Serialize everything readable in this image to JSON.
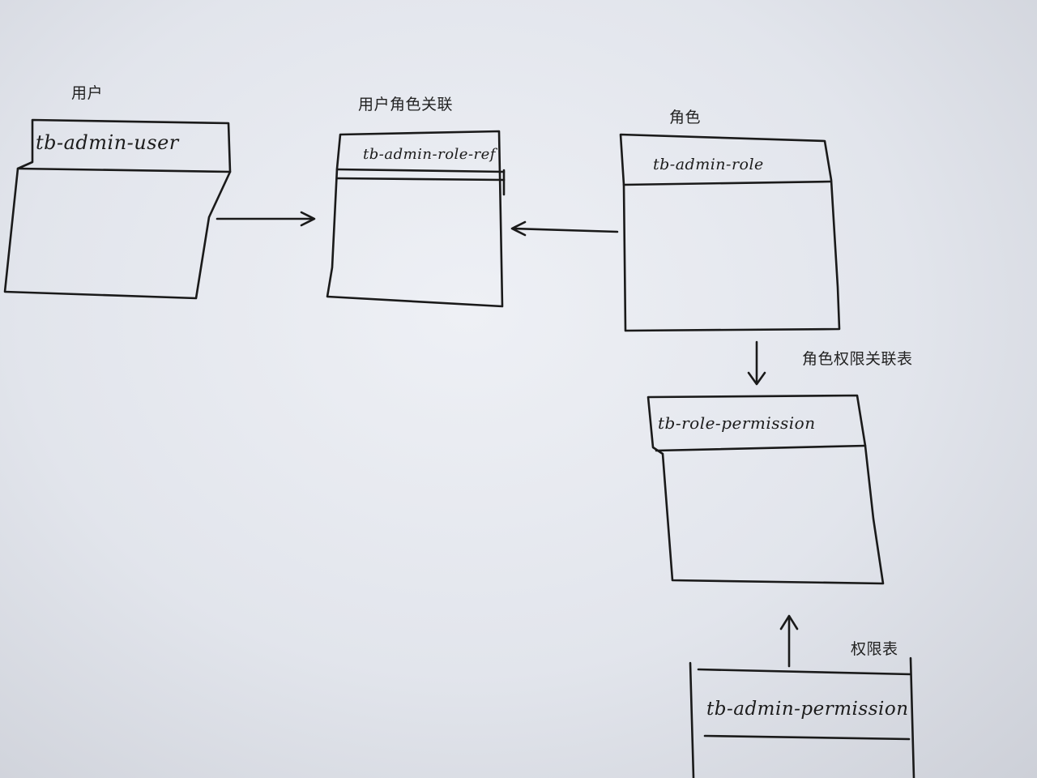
{
  "diagram": {
    "tables": [
      {
        "id": "user",
        "caption": "用户",
        "name": "tb-admin-user"
      },
      {
        "id": "role_ref",
        "caption": "用户角色关联",
        "name": "tb-admin-role-ref"
      },
      {
        "id": "role",
        "caption": "角色",
        "name": "tb-admin-role"
      },
      {
        "id": "role_permission",
        "caption": "角色权限关联表",
        "name": "tb-role-permission"
      },
      {
        "id": "permission",
        "caption": "权限表",
        "name": "tb-admin-permission"
      }
    ],
    "edges": [
      {
        "from": "user",
        "to": "role_ref"
      },
      {
        "from": "role",
        "to": "role_ref"
      },
      {
        "from": "role",
        "to": "role_permission"
      },
      {
        "from": "permission",
        "to": "role_permission"
      }
    ]
  }
}
